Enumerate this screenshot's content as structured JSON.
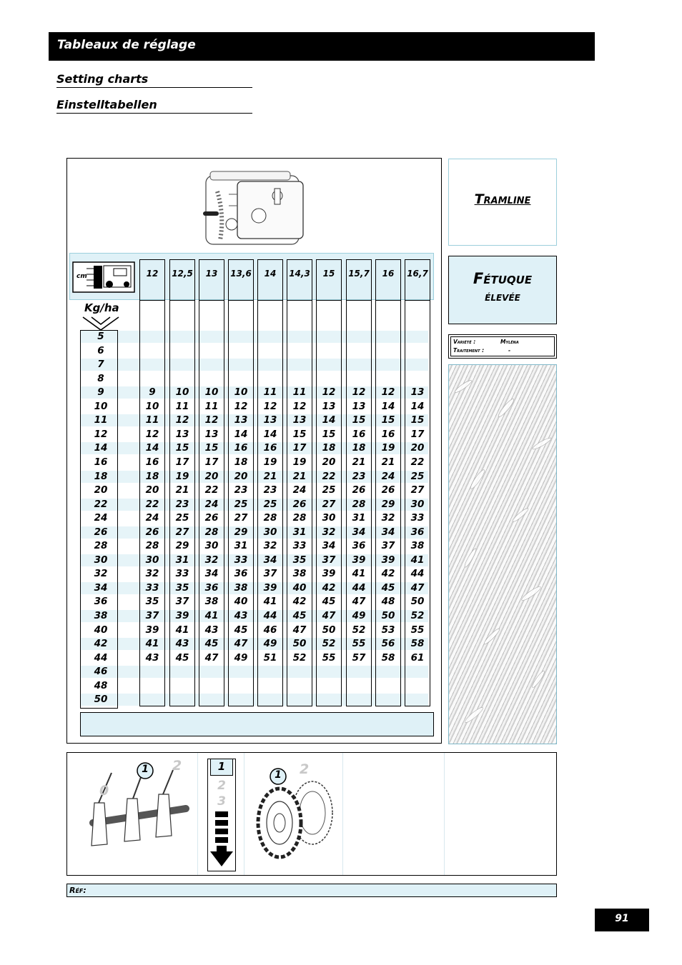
{
  "header": {
    "title": "Tableaux de réglage",
    "subtitle_en": "Setting charts",
    "subtitle_de": "Einstelltabellen"
  },
  "chart": {
    "columns": [
      "12",
      "12,5",
      "13",
      "13,6",
      "14",
      "14,3",
      "15",
      "15,7",
      "16",
      "16,7"
    ],
    "rate_label": "Kg/ha",
    "unit_icon_text": "cm",
    "rates": [
      "5",
      "6",
      "7",
      "8",
      "9",
      "10",
      "11",
      "12",
      "14",
      "16",
      "18",
      "20",
      "22",
      "24",
      "26",
      "28",
      "30",
      "32",
      "34",
      "36",
      "38",
      "40",
      "42",
      "44",
      "46",
      "48",
      "50"
    ],
    "values": [
      [
        "",
        "",
        "",
        "",
        "",
        "",
        "",
        "",
        "",
        ""
      ],
      [
        "",
        "",
        "",
        "",
        "",
        "",
        "",
        "",
        "",
        ""
      ],
      [
        "",
        "",
        "",
        "",
        "",
        "",
        "",
        "",
        "",
        ""
      ],
      [
        "",
        "",
        "",
        "",
        "",
        "",
        "",
        "",
        "",
        ""
      ],
      [
        "9",
        "10",
        "10",
        "10",
        "11",
        "11",
        "12",
        "12",
        "12",
        "13"
      ],
      [
        "10",
        "11",
        "11",
        "12",
        "12",
        "12",
        "13",
        "13",
        "14",
        "14"
      ],
      [
        "11",
        "12",
        "12",
        "13",
        "13",
        "13",
        "14",
        "15",
        "15",
        "15"
      ],
      [
        "12",
        "13",
        "13",
        "14",
        "14",
        "15",
        "15",
        "16",
        "16",
        "17"
      ],
      [
        "14",
        "15",
        "15",
        "16",
        "16",
        "17",
        "18",
        "18",
        "19",
        "20"
      ],
      [
        "16",
        "17",
        "17",
        "18",
        "19",
        "19",
        "20",
        "21",
        "21",
        "22"
      ],
      [
        "18",
        "19",
        "20",
        "20",
        "21",
        "21",
        "22",
        "23",
        "24",
        "25"
      ],
      [
        "20",
        "21",
        "22",
        "23",
        "23",
        "24",
        "25",
        "26",
        "26",
        "27"
      ],
      [
        "22",
        "23",
        "24",
        "25",
        "25",
        "26",
        "27",
        "28",
        "29",
        "30"
      ],
      [
        "24",
        "25",
        "26",
        "27",
        "28",
        "28",
        "30",
        "31",
        "32",
        "33"
      ],
      [
        "26",
        "27",
        "28",
        "29",
        "30",
        "31",
        "32",
        "34",
        "34",
        "36"
      ],
      [
        "28",
        "29",
        "30",
        "31",
        "32",
        "33",
        "34",
        "36",
        "37",
        "38"
      ],
      [
        "30",
        "31",
        "32",
        "33",
        "34",
        "35",
        "37",
        "39",
        "39",
        "41"
      ],
      [
        "32",
        "33",
        "34",
        "36",
        "37",
        "38",
        "39",
        "41",
        "42",
        "44"
      ],
      [
        "33",
        "35",
        "36",
        "38",
        "39",
        "40",
        "42",
        "44",
        "45",
        "47"
      ],
      [
        "35",
        "37",
        "38",
        "40",
        "41",
        "42",
        "45",
        "47",
        "48",
        "50"
      ],
      [
        "37",
        "39",
        "41",
        "43",
        "44",
        "45",
        "47",
        "49",
        "50",
        "52"
      ],
      [
        "39",
        "41",
        "43",
        "45",
        "46",
        "47",
        "50",
        "52",
        "53",
        "55"
      ],
      [
        "41",
        "43",
        "45",
        "47",
        "49",
        "50",
        "52",
        "55",
        "56",
        "58"
      ],
      [
        "43",
        "45",
        "47",
        "49",
        "51",
        "52",
        "55",
        "57",
        "58",
        "61"
      ],
      [
        "",
        "",
        "",
        "",
        "",
        "",
        "",
        "",
        "",
        ""
      ],
      [
        "",
        "",
        "",
        "",
        "",
        "",
        "",
        "",
        "",
        ""
      ],
      [
        "",
        "",
        "",
        "",
        "",
        "",
        "",
        "",
        "",
        ""
      ]
    ]
  },
  "side": {
    "tramline": "Tramline",
    "crop_line1": "Fétuque",
    "crop_line2": "élevée",
    "variety_label": "Variété :",
    "variety_value": "Myléna",
    "treatment_label": "Traitement :",
    "treatment_value": "-"
  },
  "settings": {
    "p1_active": "1",
    "p1_inactive2": "2",
    "p1_inactive0": "0",
    "p2_active": "1",
    "p2_n2": "2",
    "p2_n3": "3",
    "p3_active": "1",
    "p3_inactive": "2"
  },
  "footer": {
    "ref_label": "Réf:",
    "page_number": "91"
  },
  "colors": {
    "light_blue": "#dff1f7",
    "border_blue": "#9ccfdc",
    "gray_numbers": "#c8c8c8"
  }
}
